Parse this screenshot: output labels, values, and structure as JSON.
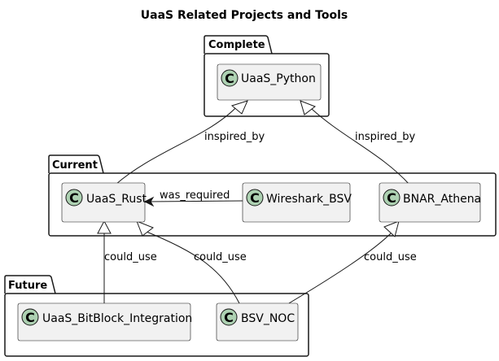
{
  "title": "UaaS Related Projects and Tools",
  "colors": {
    "class_fill": "#f1f1f1",
    "class_stroke": "#181818",
    "circle_fill": "#ADD1B2",
    "package_fill": "#ffffff"
  },
  "class_glyph": "C",
  "packages": {
    "complete": {
      "label": "Complete"
    },
    "current": {
      "label": "Current"
    },
    "future": {
      "label": "Future"
    }
  },
  "classes": {
    "uaas_python": {
      "label": "UaaS_Python"
    },
    "uaas_rust": {
      "label": "UaaS_Rust"
    },
    "wireshark_bsv": {
      "label": "Wireshark_BSV"
    },
    "bnar_athena": {
      "label": "BNAR_Athena"
    },
    "uaas_bitblock": {
      "label": "UaaS_BitBlock_Integration"
    },
    "bsv_noc": {
      "label": "BSV_NOC"
    }
  },
  "relations": [
    {
      "from": "UaaS_Rust",
      "to": "UaaS_Python",
      "type": "inheritance",
      "label": "inspired_by"
    },
    {
      "from": "BNAR_Athena",
      "to": "UaaS_Python",
      "type": "inheritance",
      "label": "inspired_by"
    },
    {
      "from": "Wireshark_BSV",
      "to": "UaaS_Rust",
      "type": "association",
      "label": "was_required"
    },
    {
      "from": "UaaS_BitBlock_Integration",
      "to": "UaaS_Rust",
      "type": "inheritance",
      "label": "could_use"
    },
    {
      "from": "BSV_NOC",
      "to": "UaaS_Rust",
      "type": "inheritance",
      "label": "could_use"
    },
    {
      "from": "BSV_NOC",
      "to": "BNAR_Athena",
      "type": "inheritance",
      "label": "could_use"
    }
  ]
}
